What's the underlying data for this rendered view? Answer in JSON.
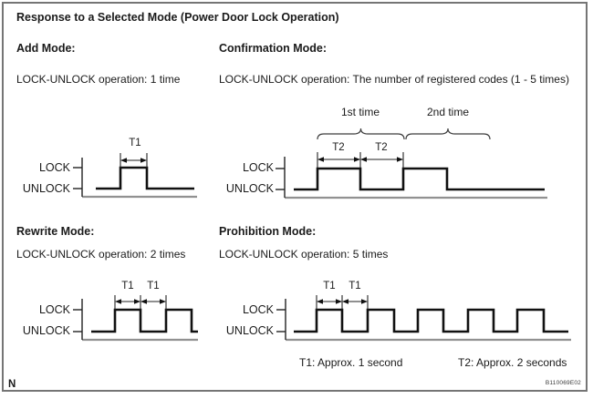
{
  "figure": {
    "title": "Response to a Selected Mode (Power Door Lock Operation)",
    "page_marker": "N",
    "figure_code": "B110069E02",
    "labels": {
      "lock": "LOCK",
      "unlock": "UNLOCK"
    },
    "legend": {
      "t1": "T1: Approx. 1 second",
      "t2": "T2: Approx. 2 seconds"
    }
  },
  "modes": {
    "add": {
      "heading": "Add Mode:",
      "description": "LOCK-UNLOCK operation: 1 time",
      "pulse_count": 1,
      "dim_labels": [
        "T1"
      ]
    },
    "confirmation": {
      "heading": "Confirmation Mode:",
      "description": "LOCK-UNLOCK operation: The number of registered codes (1 - 5 times)",
      "pulse_count": 2,
      "dim_labels": [
        "T2",
        "T2"
      ],
      "brace_labels": [
        "1st time",
        "2nd time"
      ]
    },
    "rewrite": {
      "heading": "Rewrite Mode:",
      "description": "LOCK-UNLOCK operation: 2 times",
      "pulse_count": 2,
      "dim_labels": [
        "T1",
        "T1"
      ]
    },
    "prohibition": {
      "heading": "Prohibition Mode:",
      "description": "LOCK-UNLOCK operation: 5 times",
      "pulse_count": 5,
      "dim_labels": [
        "T1",
        "T1"
      ]
    }
  }
}
